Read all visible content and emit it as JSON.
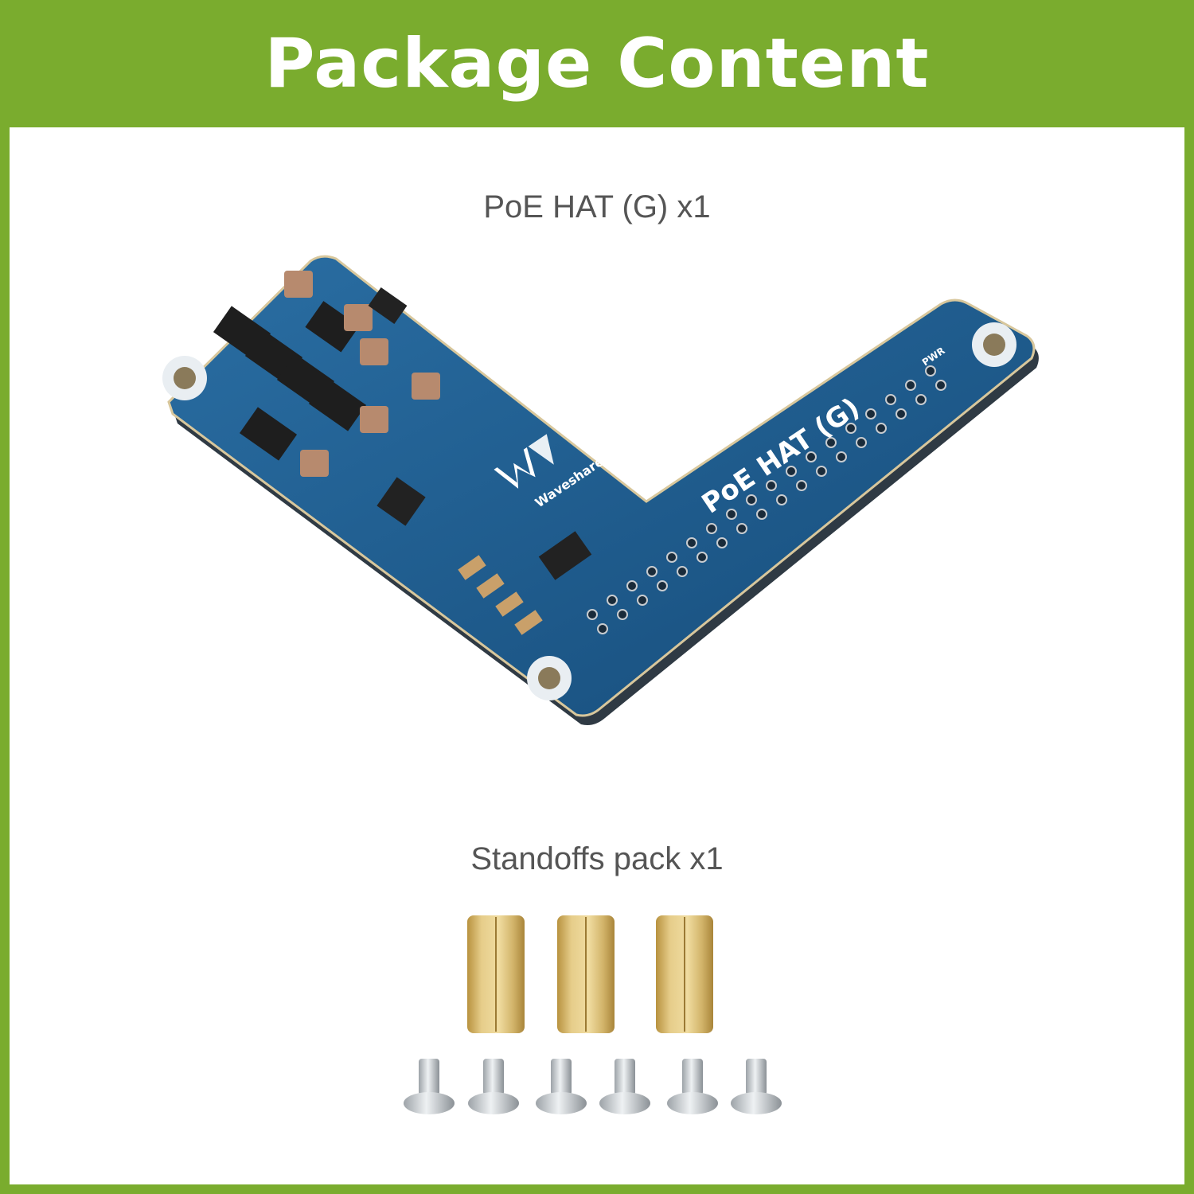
{
  "header": {
    "title": "Package Content"
  },
  "items": [
    {
      "caption": "PoE HAT (G) x1"
    },
    {
      "caption": "Standoffs pack x1"
    }
  ],
  "board": {
    "silkscreen_title": "PoE HAT (G)",
    "brand": "Waveshare",
    "led_label": "PWR",
    "color": "#1c5a8c"
  },
  "standoffs": {
    "count": 3,
    "screw_count": 6,
    "brass_color": "#d2b46a"
  }
}
